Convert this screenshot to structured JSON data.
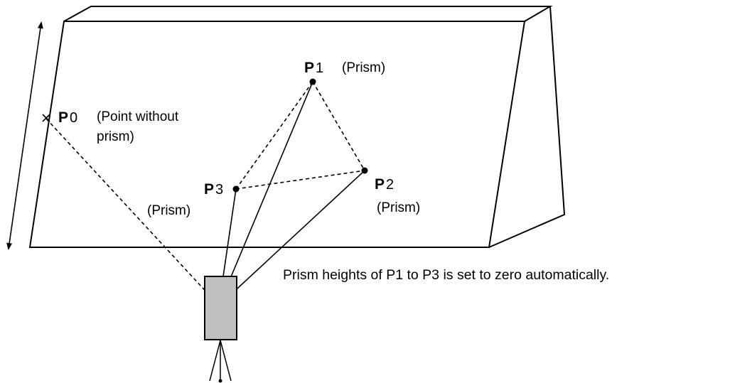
{
  "points": {
    "p0": {
      "letter": "P",
      "number": "0",
      "label_line1": "(Point without",
      "label_line2": "prism)"
    },
    "p1": {
      "letter": "P",
      "number": "1",
      "label": "(Prism)"
    },
    "p2": {
      "letter": "P",
      "number": "2",
      "label": "(Prism)"
    },
    "p3": {
      "letter": "P",
      "number": "3",
      "label": "(Prism)"
    }
  },
  "note": "Prism heights of P1 to P3 is set to zero automatically."
}
